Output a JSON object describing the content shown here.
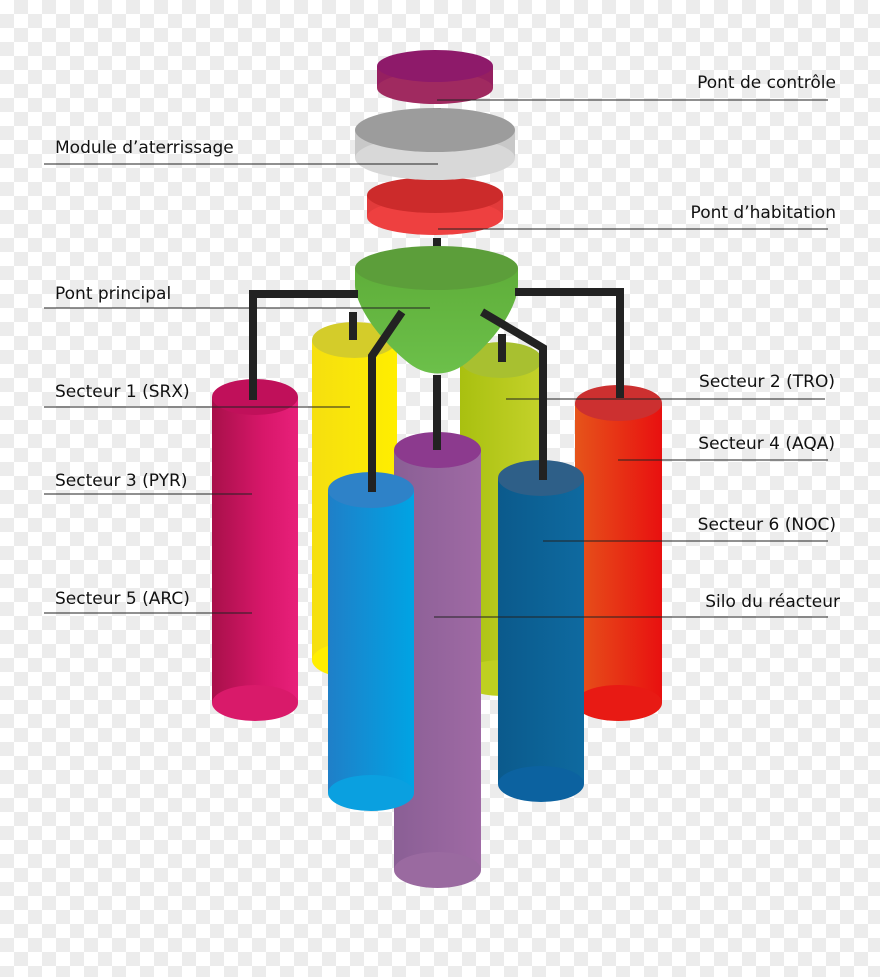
{
  "labels": {
    "pont_controle": "Pont de contrôle",
    "module_aterrissage": "Module d’aterrissage",
    "pont_habitation": "Pont d’habitation",
    "pont_principal": "Pont principal",
    "secteur1": "Secteur 1 (SRX)",
    "secteur2": "Secteur 2 (TRO)",
    "secteur3": "Secteur 3 (PYR)",
    "secteur4": "Secteur 4 (AQA)",
    "secteur5": "Secteur 5 (ARC)",
    "secteur6": "Secteur 6 (NOC)",
    "silo": "Silo du réacteur"
  },
  "colors": {
    "pont_controle": "#8e1a6a",
    "module_aterrissage": "#9a9a9a",
    "pont_habitation": "#d92b2b",
    "pont_principal": "#6ab546",
    "secteur1": "#d4145a",
    "secteur2": "#e8391e",
    "secteur3": "#f2d600",
    "secteur4": "#e8391e",
    "secteur5": "#d4145a",
    "secteur6": "#0c5f95",
    "secteur_yellowgreen": "#b8cc1a",
    "secteur_blue": "#1e9ad6",
    "silo": "#9a6aa0",
    "connector": "#222222"
  }
}
